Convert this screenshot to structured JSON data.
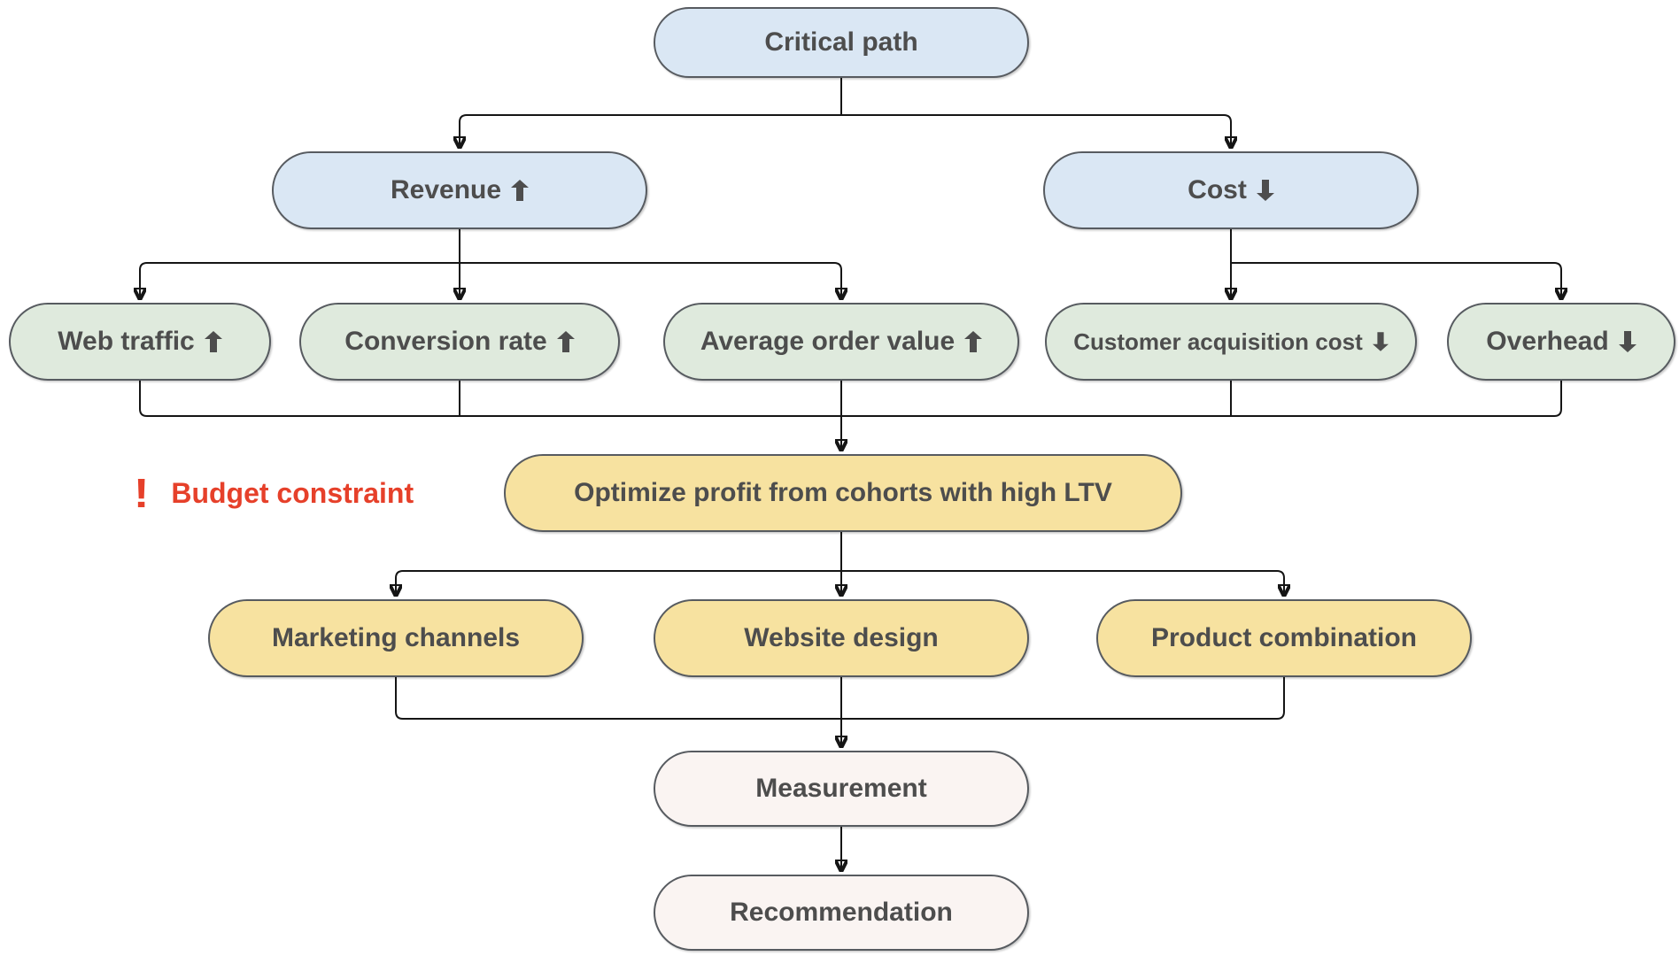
{
  "diagram": {
    "nodes": {
      "critical_path": {
        "label": "Critical path",
        "arrow": null
      },
      "revenue": {
        "label": "Revenue",
        "arrow": "up"
      },
      "cost": {
        "label": "Cost",
        "arrow": "down"
      },
      "web_traffic": {
        "label": "Web traffic",
        "arrow": "up"
      },
      "conversion_rate": {
        "label": "Conversion rate",
        "arrow": "up"
      },
      "average_order_value": {
        "label": "Average order value",
        "arrow": "up"
      },
      "customer_acquisition_cost": {
        "label": "Customer acquisition cost",
        "arrow": "down"
      },
      "overhead": {
        "label": "Overhead",
        "arrow": "down"
      },
      "optimize_profit": {
        "label": "Optimize profit from cohorts with high LTV",
        "arrow": null
      },
      "marketing_channels": {
        "label": "Marketing channels",
        "arrow": null
      },
      "website_design": {
        "label": "Website design",
        "arrow": null
      },
      "product_combination": {
        "label": "Product combination",
        "arrow": null
      },
      "measurement": {
        "label": "Measurement",
        "arrow": null
      },
      "recommendation": {
        "label": "Recommendation",
        "arrow": null
      }
    },
    "annotation": {
      "icon": "exclamation-mark",
      "icon_glyph": "!",
      "label": "Budget constraint"
    },
    "edges": [
      {
        "from": "critical_path",
        "to": "revenue"
      },
      {
        "from": "critical_path",
        "to": "cost"
      },
      {
        "from": "revenue",
        "to": "web_traffic"
      },
      {
        "from": "revenue",
        "to": "conversion_rate"
      },
      {
        "from": "revenue",
        "to": "average_order_value"
      },
      {
        "from": "cost",
        "to": "customer_acquisition_cost"
      },
      {
        "from": "cost",
        "to": "overhead"
      },
      {
        "from": "web_traffic",
        "to": "optimize_profit"
      },
      {
        "from": "conversion_rate",
        "to": "optimize_profit"
      },
      {
        "from": "average_order_value",
        "to": "optimize_profit"
      },
      {
        "from": "customer_acquisition_cost",
        "to": "optimize_profit"
      },
      {
        "from": "overhead",
        "to": "optimize_profit"
      },
      {
        "from": "optimize_profit",
        "to": "marketing_channels"
      },
      {
        "from": "optimize_profit",
        "to": "website_design"
      },
      {
        "from": "optimize_profit",
        "to": "product_combination"
      },
      {
        "from": "marketing_channels",
        "to": "measurement"
      },
      {
        "from": "website_design",
        "to": "measurement"
      },
      {
        "from": "product_combination",
        "to": "measurement"
      },
      {
        "from": "measurement",
        "to": "recommendation"
      }
    ],
    "colors": {
      "node_blue": "#dae7f4",
      "node_green": "#dfeadd",
      "node_yellow": "#f7e2a0",
      "node_pink": "#faf4f2",
      "node_border": "#575b60",
      "node_text": "#4d4d4d",
      "annotation_red": "#e6402a",
      "connector": "#151515",
      "background": "#ffffff"
    }
  }
}
